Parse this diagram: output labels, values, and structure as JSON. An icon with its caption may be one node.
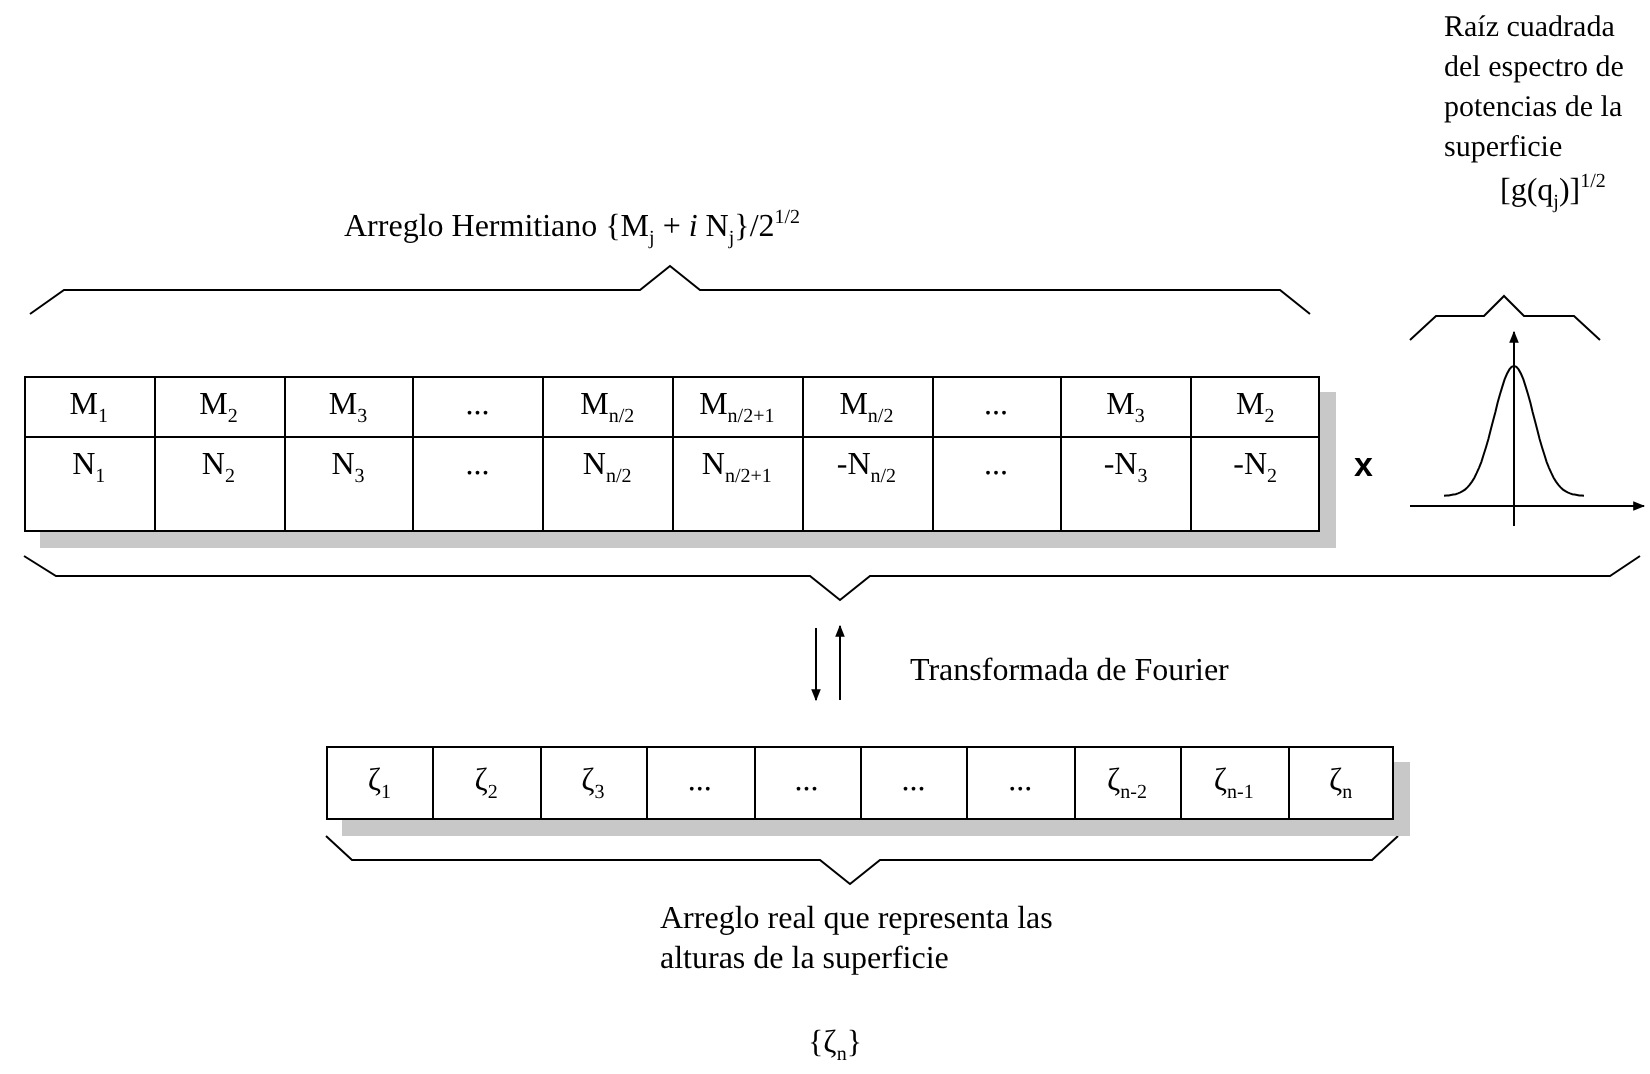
{
  "diagram": {
    "nodes": [
      {
        "text": [
          "M$_{1}$",
          "M$_{2}$",
          "M$_{3}$",
          "...",
          "M$_{n/2}$",
          "M$_{n/2+1}$",
          "M$_{n/2}$",
          "...",
          "M$_{3}$",
          "M$_{2}$",
          "N$_{1}$",
          "N$_{2}$",
          "N$_{3}$",
          "...",
          "N$_{n/2}$",
          "N$_{n/2+1}$",
          "-N$_{n/2}$",
          "...",
          "-N$_{3}$",
          "-N$_{2}$"
        ],
        "beside": [
          "Arreglo Hermitiano {M$_{j}$ + *i* N$_{j}$}/2$^{1/2}$"
        ]
      },
      {
        "text": [
          "ζ$_{1}$",
          "ζ$_{2}$",
          "ζ$_{3}$",
          "...",
          "...",
          "...",
          "...",
          "ζ$_{n-2}$",
          "ζ$_{n-1}$",
          "ζ$_{n}$"
        ],
        "beside": [
          "Arreglo real que representa las alturas de la superficie",
          "{ζ$_{n}$}"
        ]
      }
    ],
    "edges": [
      {
        "from": 0,
        "to": 1,
        "arrow": "to"
      },
      {
        "from": 1,
        "to": 0,
        "arrow": "to"
      }
    ],
    "labels": [
      "Raíz cuadrada del espectro de potencias de la superficie",
      "[g(q$_{j}$)]$^{1/2}$",
      "x",
      "Transformada de Fourier"
    ]
  }
}
